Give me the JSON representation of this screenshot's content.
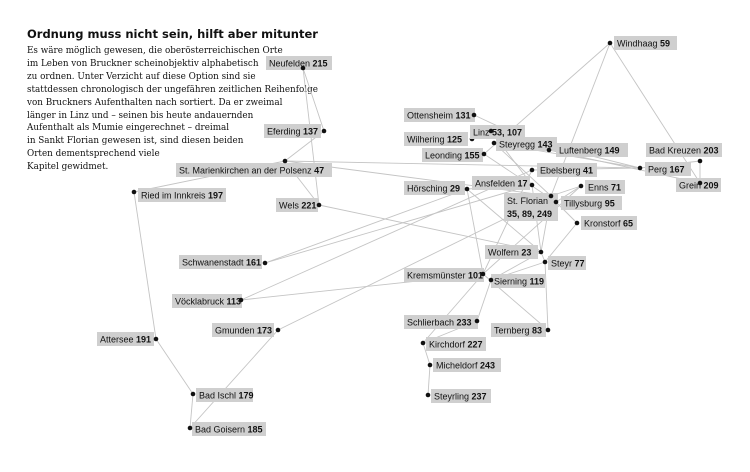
{
  "title": "Ordnung muss nicht sein, hilft aber mitunter",
  "intro": [
    "Es wäre möglich gewesen, die oberösterreichischen Orte",
    "im Leben von Bruckner scheinobjektiv alphabetisch",
    "zu ordnen. Unter Verzicht auf diese Option sind sie",
    "stattdessen chronologisch der ungefähren zeitlichen Reihenfolge",
    "von Bruckners Aufenthalten nach sortiert. Da er zweimal",
    "länger in Linz und – seinen bis heute andauernden",
    "Aufenthalt als Mumie eingerechnet – dreimal",
    "in Sankt Florian gewesen ist, sind diesen beiden",
    "Orten dementsprechend viele",
    "Kapitel gewidmet."
  ],
  "places": [
    {
      "id": "windhaag",
      "name": "Windhaag",
      "pages": "59"
    },
    {
      "id": "neufelden",
      "name": "Neufelden",
      "pages": "215"
    },
    {
      "id": "ottensheim",
      "name": "Ottensheim",
      "pages": "131"
    },
    {
      "id": "eferding",
      "name": "Eferding",
      "pages": "137"
    },
    {
      "id": "wilhering",
      "name": "Wilhering",
      "pages": "125"
    },
    {
      "id": "linz",
      "name": "Linz",
      "pages": "53, 107"
    },
    {
      "id": "steyregg",
      "name": "Steyregg",
      "pages": "143"
    },
    {
      "id": "luftenberg",
      "name": "Luftenberg",
      "pages": "149"
    },
    {
      "id": "badkreuzen",
      "name": "Bad Kreuzen",
      "pages": "203"
    },
    {
      "id": "leonding",
      "name": "Leonding",
      "pages": "155"
    },
    {
      "id": "stmarienkirchen",
      "name": "St. Marienkirchen an der Polsenz",
      "pages": "47"
    },
    {
      "id": "ebelsberg",
      "name": "Ebelsberg",
      "pages": "41"
    },
    {
      "id": "perg",
      "name": "Perg",
      "pages": "167"
    },
    {
      "id": "grein",
      "name": "Grein",
      "pages": "209"
    },
    {
      "id": "ried",
      "name": "Ried im Innkreis",
      "pages": "197"
    },
    {
      "id": "hoersching",
      "name": "Hörsching",
      "pages": "29"
    },
    {
      "id": "ansfelden",
      "name": "Ansfelden",
      "pages": "17"
    },
    {
      "id": "enns",
      "name": "Enns",
      "pages": "71"
    },
    {
      "id": "wels",
      "name": "Wels",
      "pages": "221"
    },
    {
      "id": "stflorian",
      "name": "St. Florian",
      "pages": "35, 89, 249"
    },
    {
      "id": "tillysburg",
      "name": "Tillysburg",
      "pages": "95"
    },
    {
      "id": "kronstorf",
      "name": "Kronstorf",
      "pages": "65"
    },
    {
      "id": "wolfern",
      "name": "Wolfern",
      "pages": "23"
    },
    {
      "id": "schwanenstadt",
      "name": "Schwanenstadt",
      "pages": "161"
    },
    {
      "id": "steyr",
      "name": "Steyr",
      "pages": "77"
    },
    {
      "id": "kremsmuenster",
      "name": "Kremsmünster",
      "pages": "101"
    },
    {
      "id": "sierning",
      "name": "Sierning",
      "pages": "119"
    },
    {
      "id": "voecklabruck",
      "name": "Vöcklabruck",
      "pages": "113"
    },
    {
      "id": "schlierbach",
      "name": "Schlierbach",
      "pages": "233"
    },
    {
      "id": "gmunden",
      "name": "Gmunden",
      "pages": "173"
    },
    {
      "id": "ternberg",
      "name": "Ternberg",
      "pages": "83"
    },
    {
      "id": "attersee",
      "name": "Attersee",
      "pages": "191"
    },
    {
      "id": "kirchdorf",
      "name": "Kirchdorf",
      "pages": "227"
    },
    {
      "id": "micheldorf",
      "name": "Micheldorf",
      "pages": "243"
    },
    {
      "id": "badischl",
      "name": "Bad Ischl",
      "pages": "179"
    },
    {
      "id": "steyrling",
      "name": "Steyrling",
      "pages": "237"
    },
    {
      "id": "badgoisern",
      "name": "Bad Goisern",
      "pages": "185"
    }
  ]
}
